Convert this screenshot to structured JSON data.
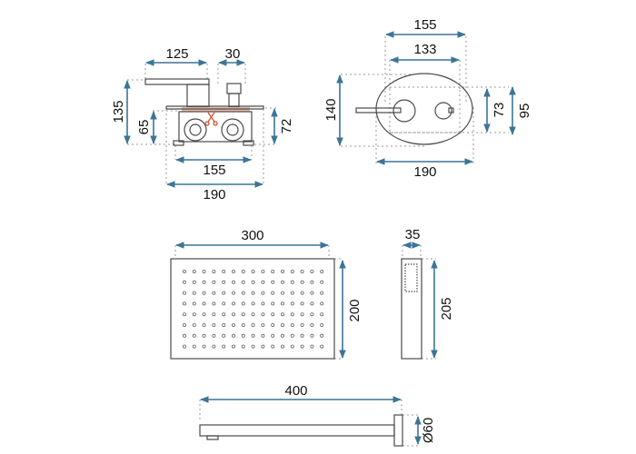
{
  "colors": {
    "dimension": "#3c7597",
    "outline": "#4a4a4a",
    "cartridge_band": "#e6b9a6",
    "cut_mark": "#d2502a"
  },
  "mixer_side_view": {
    "handle_length": "125",
    "knob_width": "30",
    "total_height": "135",
    "box_height": "65",
    "plate_height": "72",
    "box_width": "155",
    "plate_width": "190"
  },
  "mixer_front_view": {
    "plate_outer_width": "155",
    "plate_inner_width": "133",
    "total_height": "140",
    "inner_height": "73",
    "outer_height": "95",
    "oval_width": "190"
  },
  "rain_shower_head": {
    "width": "300",
    "height": "200"
  },
  "hand_shower": {
    "width": "35",
    "length": "205"
  },
  "shower_arm": {
    "length": "400",
    "flange_diameter": "Ø60"
  },
  "icons": [
    "arrow-dimension",
    "scissors-icon"
  ]
}
